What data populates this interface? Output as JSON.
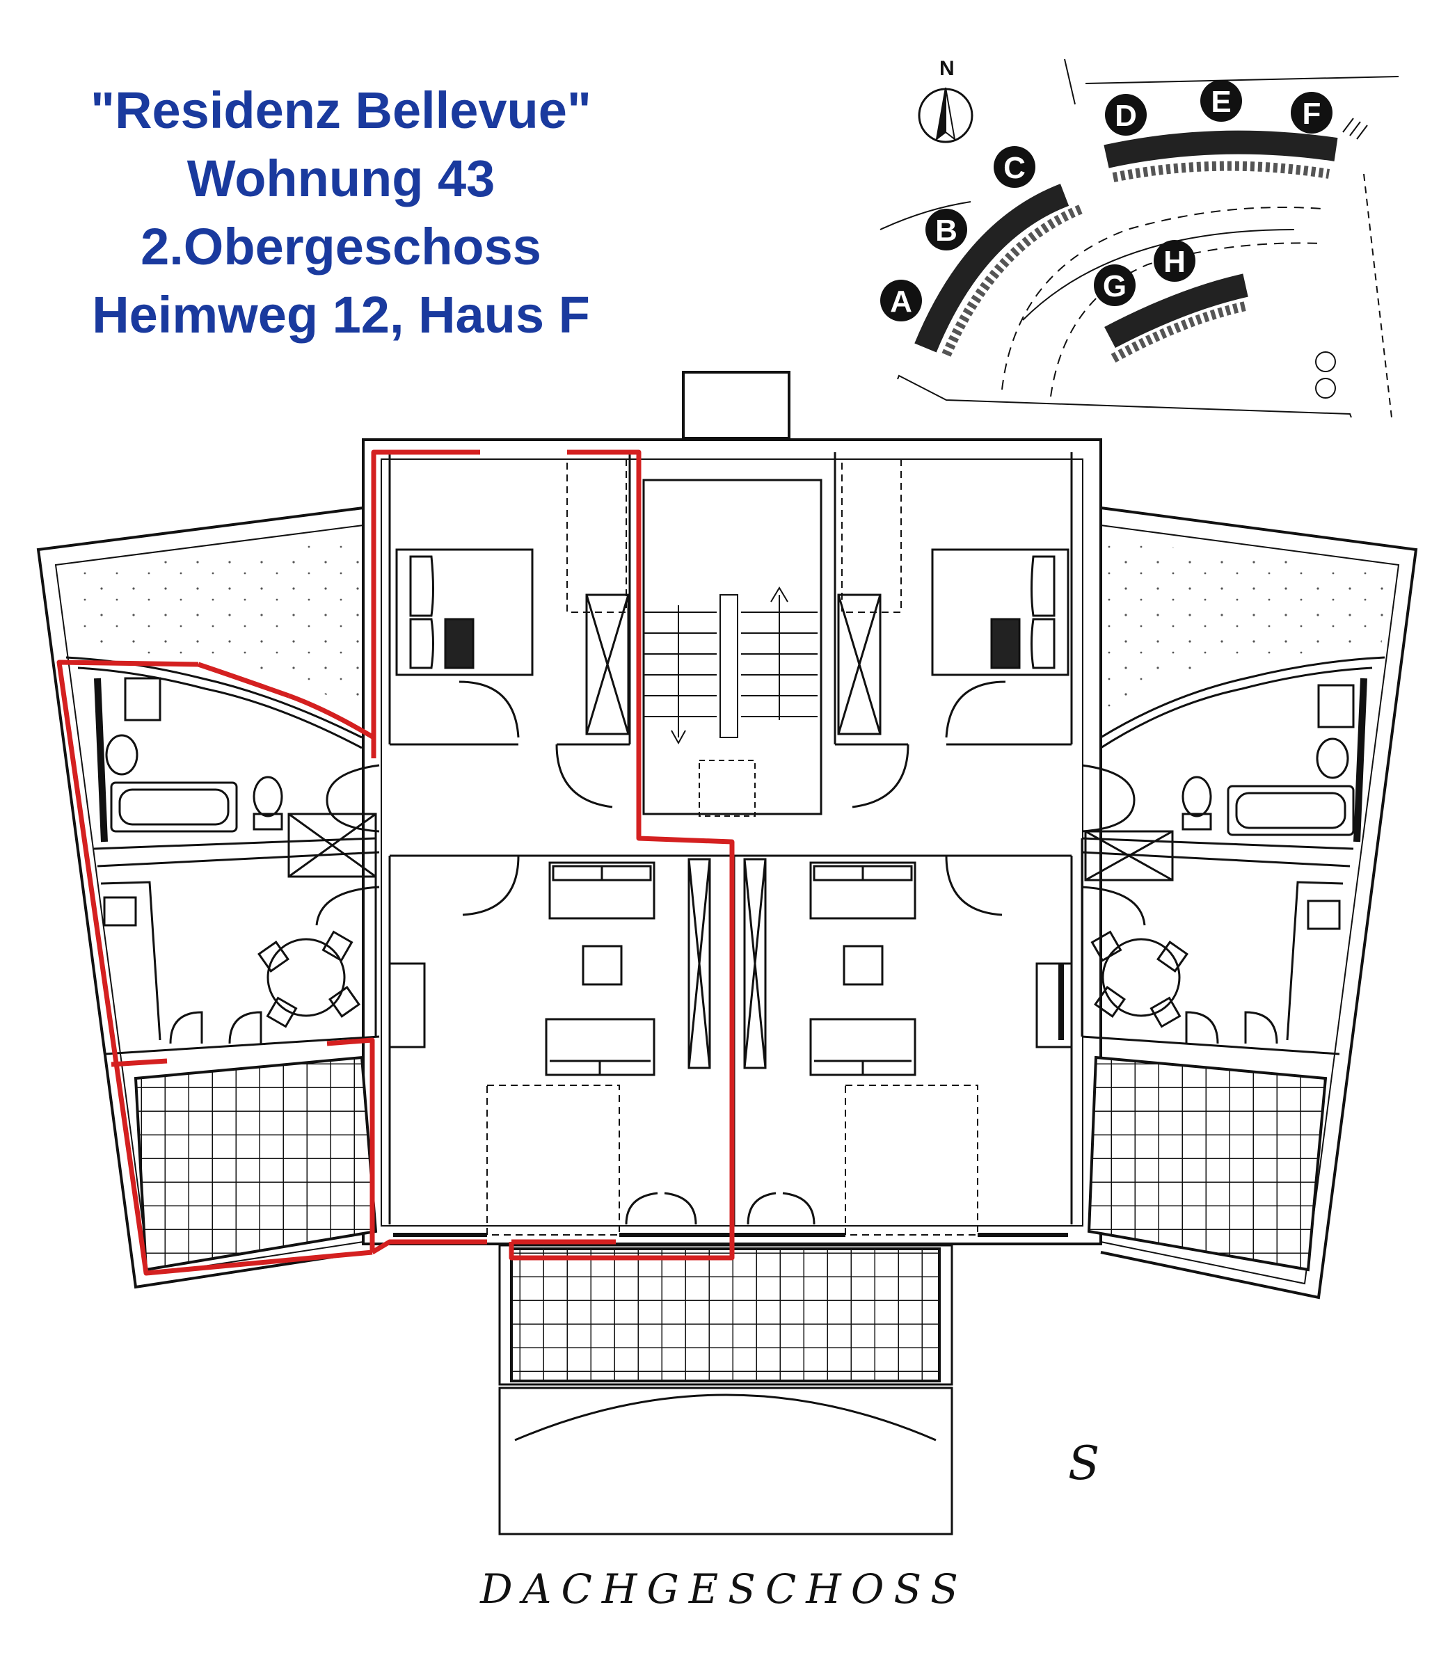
{
  "header": {
    "line1": "\"Residenz Bellevue\"",
    "line2": "Wohnung 43",
    "line3": "2.Obergeschoss",
    "line4": "Heimweg 12, Haus F"
  },
  "site_plan": {
    "north_label": "N",
    "houses": [
      "A",
      "B",
      "C",
      "D",
      "E",
      "F",
      "G",
      "H"
    ]
  },
  "floor_plan": {
    "caption": "DACHGESCHOSS",
    "orientation_label": "S",
    "highlight_color": "#d42020",
    "line_color": "#111111",
    "title_color": "#1a3a9e"
  }
}
